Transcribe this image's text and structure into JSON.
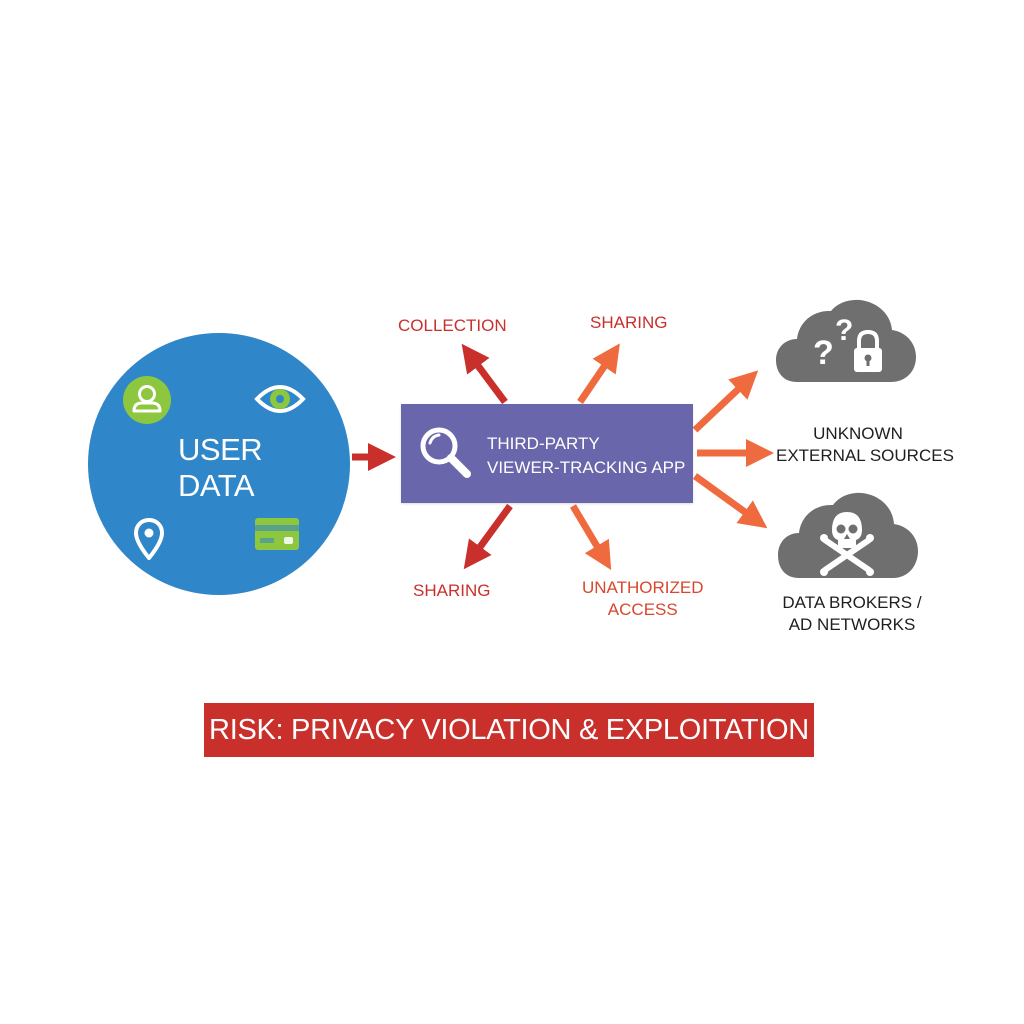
{
  "user_data": {
    "title_line1": "USER",
    "title_line2": "DATA",
    "icons": [
      "user-profile-icon",
      "eye-icon",
      "location-pin-icon",
      "credit-card-icon"
    ]
  },
  "app": {
    "title_line1": "THIRD-PARTY",
    "title_line2": "VIEWER-TRACKING APP",
    "icon": "magnifier-icon"
  },
  "flows": {
    "collection": "COLLECTION",
    "sharing_top": "SHARING",
    "sharing_bottom": "SHARING",
    "unauthorized_line1": "UNATHORIZED",
    "unauthorized_line2": "ACCESS"
  },
  "destinations": {
    "unknown_line1": "UNKNOWN",
    "unknown_line2": "EXTERNAL SOURCES",
    "brokers_line1": "DATA BROKERS /",
    "brokers_line2": "AD NETWORKS",
    "unknown_icon": "cloud-question-lock-icon",
    "brokers_icon": "cloud-skull-icon"
  },
  "risk": {
    "text": "RISK: PRIVACY VIOLATION & EXPLOITATION"
  },
  "colors": {
    "user_circle": "#2f86c8",
    "app_box": "#6a66ab",
    "arrow_red": "#c9302c",
    "arrow_orange": "#f06a3f",
    "cloud": "#6f6f6f",
    "banner": "#c9302c",
    "icon_green": "#8dc63f"
  }
}
